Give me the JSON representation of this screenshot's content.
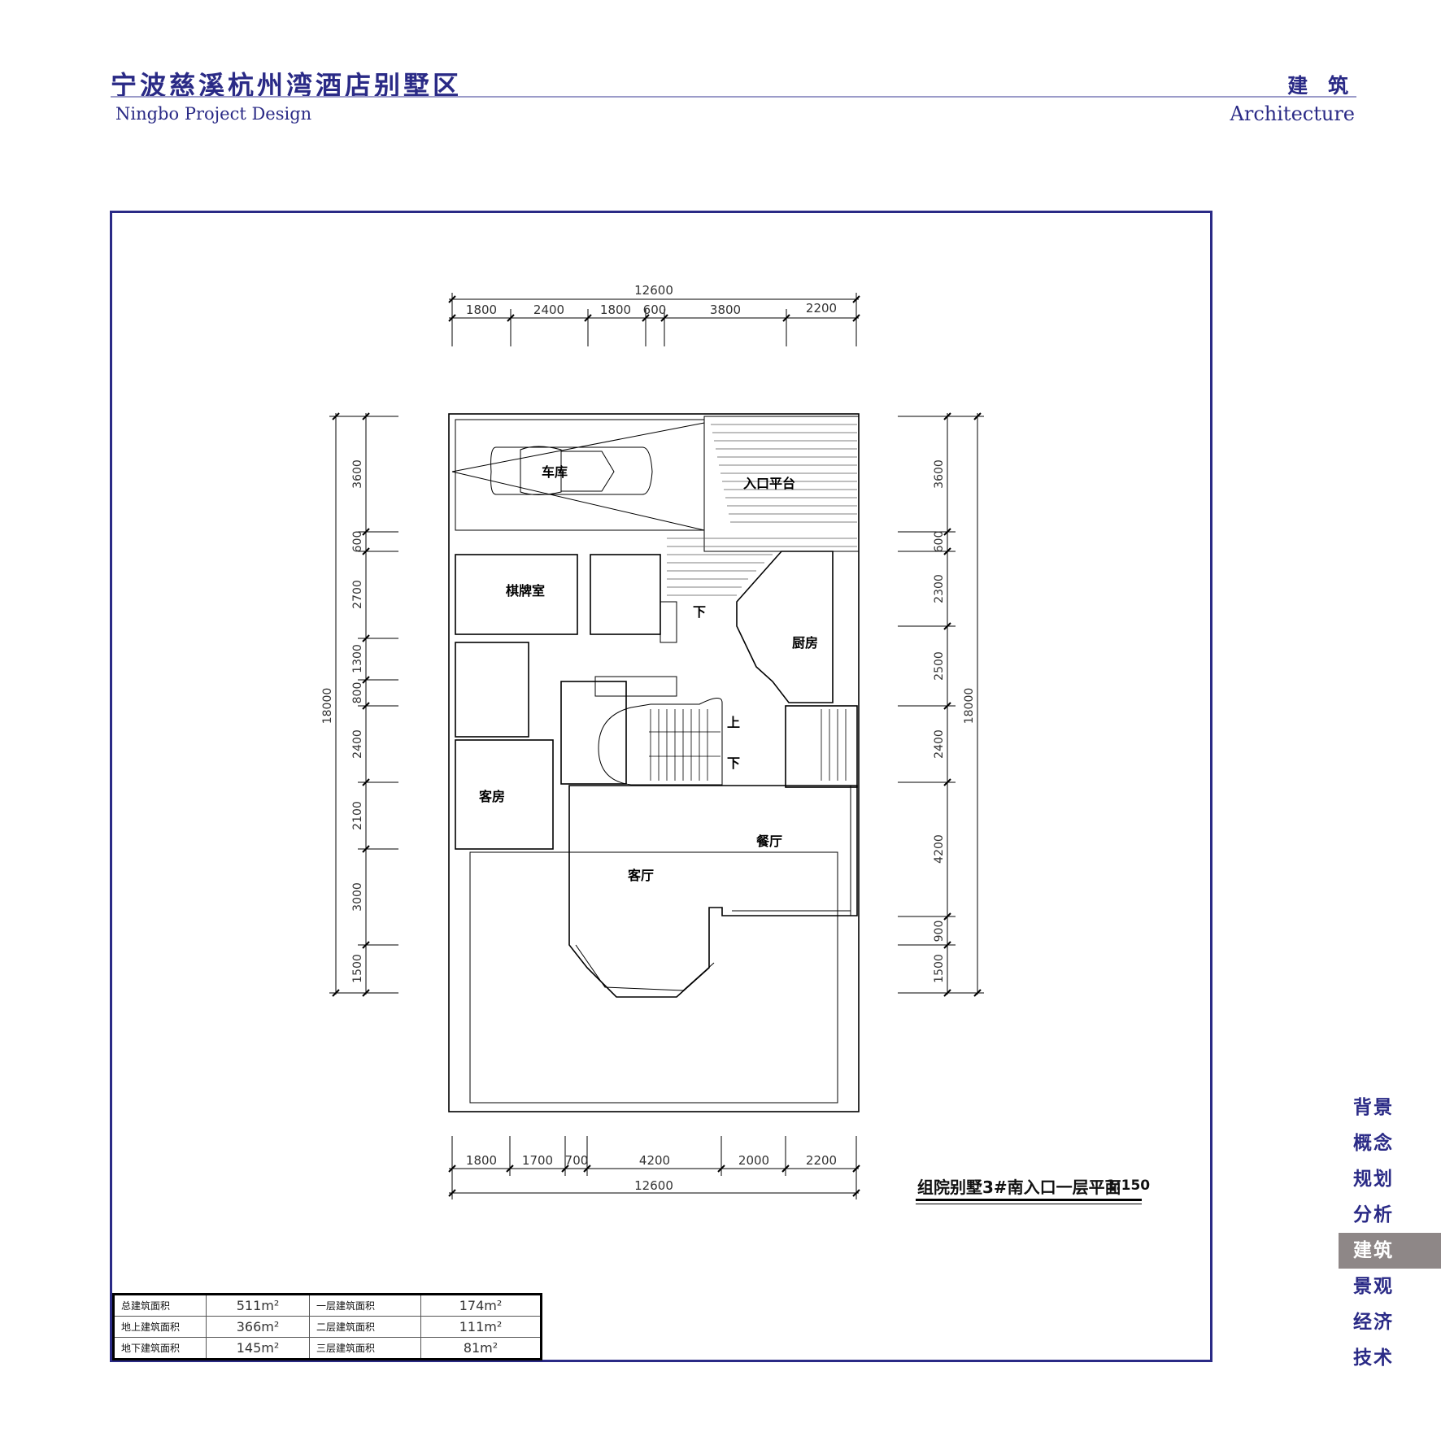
{
  "header": {
    "title_cn": "宁波慈溪杭州湾酒店别墅区",
    "title_en": "Ningbo Project Design",
    "section_cn": "建 筑",
    "section_en": "Architecture"
  },
  "plan": {
    "title": "组院别墅3#南入口一层平面",
    "scale": "1:150",
    "top_total": "12600",
    "top_dims": [
      "1800",
      "2400",
      "1800",
      "600",
      "3800",
      "2200"
    ],
    "bottom_total": "12600",
    "bottom_dims": [
      "1800",
      "1700",
      "700",
      "4200",
      "2000",
      "2200"
    ],
    "left_total": "18000",
    "left_dims": [
      "3600",
      "600",
      "2700",
      "1300",
      "800",
      "2400",
      "2100",
      "3000",
      "1500"
    ],
    "right_total": "18000",
    "right_dims": [
      "3600",
      "600",
      "2300",
      "2500",
      "2400",
      "4200",
      "900",
      "1500"
    ],
    "rooms": {
      "garage": "车库",
      "entry": "入口平台",
      "cards": "棋牌室",
      "kitchen": "厨房",
      "guest": "客房",
      "dining": "餐厅",
      "living": "客厅",
      "up": "上",
      "down1": "下",
      "down2": "下"
    }
  },
  "area_table": {
    "rows": [
      [
        "总建筑面积",
        "511m²",
        "一层建筑面积",
        "174m²"
      ],
      [
        "地上建筑面积",
        "366m²",
        "二层建筑面积",
        "111m²"
      ],
      [
        "地下建筑面积",
        "145m²",
        "三层建筑面积",
        "81m²"
      ]
    ]
  },
  "nav": {
    "items": [
      "背景",
      "概念",
      "规划",
      "分析",
      "建筑",
      "景观",
      "经济",
      "技术"
    ],
    "active_index": 4
  },
  "colors": {
    "brand": "#2a2a86",
    "nav_active": "#8e8787"
  }
}
